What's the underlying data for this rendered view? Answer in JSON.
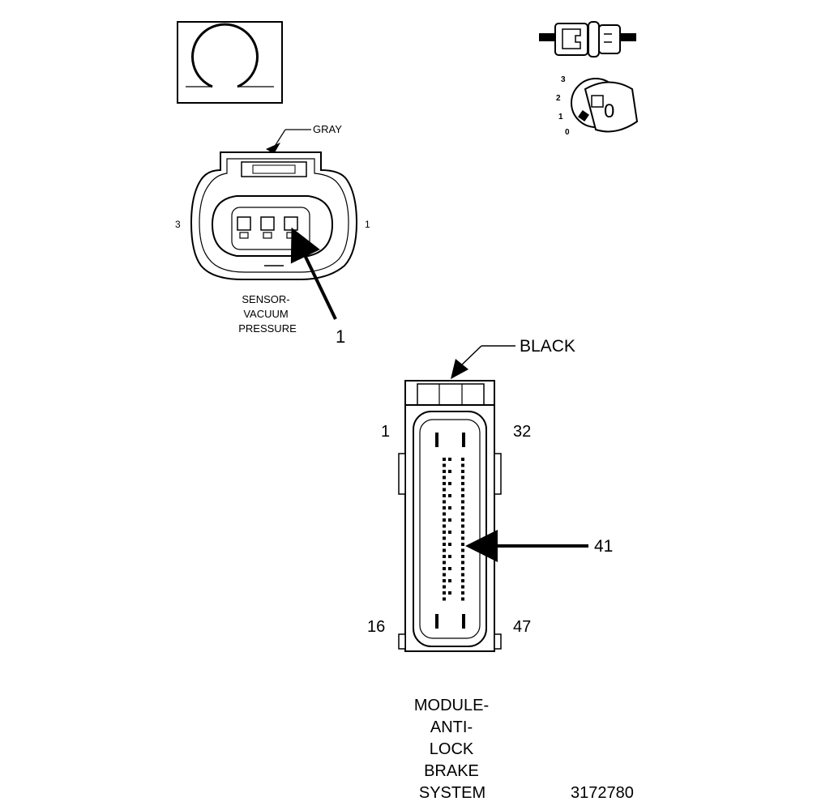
{
  "sensor_connector": {
    "color_label": "GRAY",
    "pin_left": "3",
    "pin_right": "1",
    "title_lines": [
      "SENSOR-",
      "VACUUM",
      "PRESSURE"
    ],
    "callout": "1"
  },
  "ignition_icon": {
    "positions": [
      "3",
      "2",
      "1",
      "0"
    ],
    "key_label": "0"
  },
  "abs_connector": {
    "color_label": "BLACK",
    "pin_top_left": "1",
    "pin_top_right": "32",
    "pin_bottom_left": "16",
    "pin_bottom_right": "47",
    "callout": "41",
    "title_lines": [
      "MODULE-",
      "ANTI-",
      "LOCK",
      "BRAKE",
      "SYSTEM"
    ]
  },
  "figure_number": "3172780"
}
